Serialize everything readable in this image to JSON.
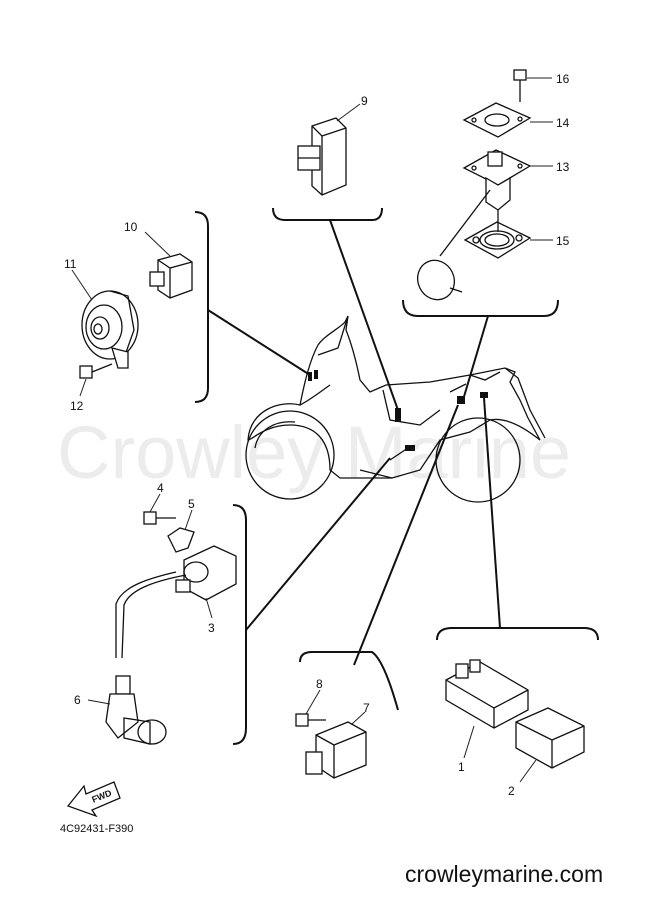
{
  "diagram": {
    "watermark": "Crowley Marine",
    "drawing_code": "4C92431-F390",
    "website": "crowleymarine.com",
    "fwd_arrow_text": "FWD",
    "callouts": {
      "c1": "1",
      "c2": "2",
      "c3": "3",
      "c4": "4",
      "c5": "5",
      "c6": "6",
      "c7": "7",
      "c8": "8",
      "c9": "9",
      "c10": "10",
      "c11": "11",
      "c12": "12",
      "c13": "13",
      "c14": "14",
      "c15": "15",
      "c16": "16"
    }
  }
}
